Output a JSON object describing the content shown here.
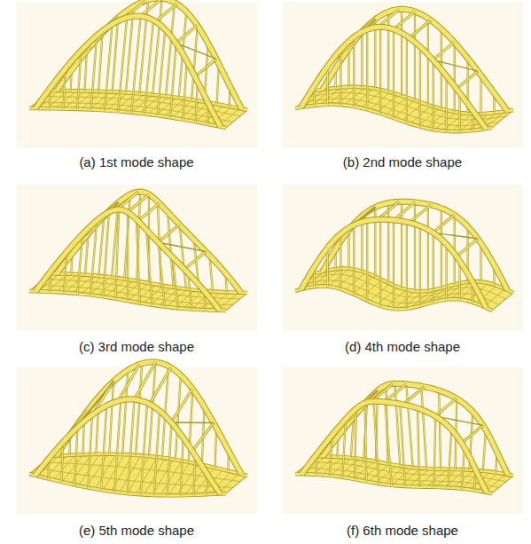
{
  "diagram": {
    "labels": [
      "(a) 1st mode shape",
      "(b) 2nd mode shape",
      "(c) 3rd mode shape",
      "(d) 4th mode shape",
      "(e) 5th mode shape",
      "(f) 6th mode shape"
    ]
  }
}
